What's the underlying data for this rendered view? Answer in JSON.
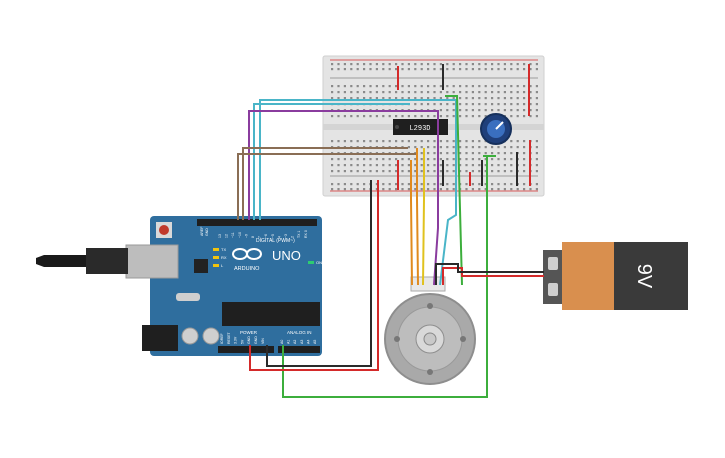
{
  "arduino": {
    "model": "UNO",
    "brand": "ARDUINO",
    "digital_label": "DIGITAL (PWM~)",
    "power_label": "POWER",
    "analog_label": "ANALOG IN",
    "on_label": "ON",
    "tx_label": "TX",
    "rx_label": "RX",
    "l_label": "L",
    "aref_label": "AREF",
    "gnd_label": "GND",
    "digital_pins": [
      "13",
      "12",
      "~11",
      "~10",
      "~9",
      "8",
      "7",
      "~6",
      "~5",
      "4",
      "~3",
      "2",
      "TX 1",
      "RX 0"
    ],
    "power_pins": [
      "IOREF",
      "RESET",
      "3.3V",
      "5V",
      "GND",
      "GND",
      "VIN"
    ],
    "analog_pins": [
      "A0",
      "A1",
      "A2",
      "A3",
      "A4",
      "A5"
    ]
  },
  "ic": {
    "label": "L293D"
  },
  "battery": {
    "label": "9V"
  },
  "colors": {
    "board": "#2f6e9e",
    "breadboard": "#e6e6e6",
    "wire_red": "#d42a2a",
    "wire_black": "#2a2a2a",
    "wire_green": "#3cae3c",
    "wire_purple": "#8a3c9e",
    "wire_teal": "#4ab5c8",
    "wire_brown": "#8a6e55",
    "wire_orange": "#e08a1e",
    "wire_yellow": "#e0c21e",
    "battery_body": "#d98f4e",
    "battery_cap": "#3a3a3a"
  },
  "icons": {
    "usb": "usb-plug-icon",
    "pot": "potentiometer-icon",
    "motor": "dc-motor-icon"
  }
}
